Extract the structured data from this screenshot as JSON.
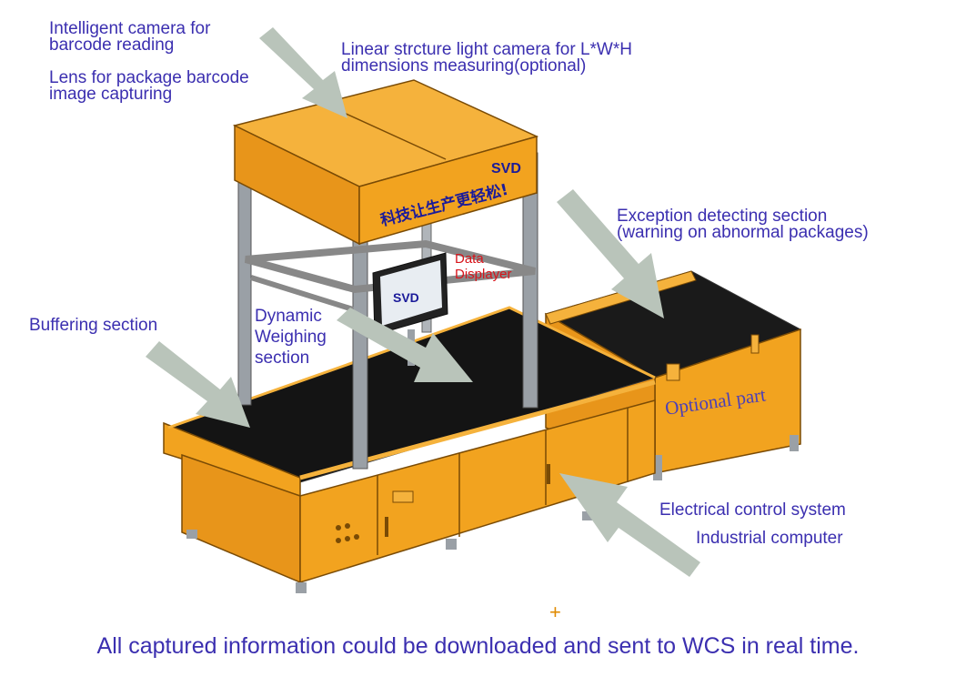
{
  "labels": {
    "camera_barcode": [
      "Intelligent camera for",
      "barcode reading"
    ],
    "lens": [
      "Lens for package barcode",
      "image capturing"
    ],
    "linear_camera": [
      "Linear strcture light camera for L*W*H",
      "dimensions measuring(optional)"
    ],
    "exception": [
      "Exception detecting section",
      "(warning on abnormal packages)"
    ],
    "data_displayer": [
      "Data",
      "Displayer"
    ],
    "buffering": "Buffering section",
    "dynamic_weighing": [
      "Dynamic",
      "Weighing",
      "section"
    ],
    "optional_part": "Optional part",
    "electrical": "Electrical control system",
    "industrial": "Industrial computer"
  },
  "machine": {
    "logo": "SVD",
    "slogan": "科技让生产更轻松!"
  },
  "plus_sign": "+",
  "footer": "All captured information could be downloaded and sent to WCS in real time.",
  "colors": {
    "label_text": "#3b2fb0",
    "machine_orange": "#f2a31f",
    "frame_grey": "#9aa0a6",
    "belt_black": "#141414",
    "arrow_grey": "#b9c4ba",
    "data_label_red": "#d8141b"
  }
}
